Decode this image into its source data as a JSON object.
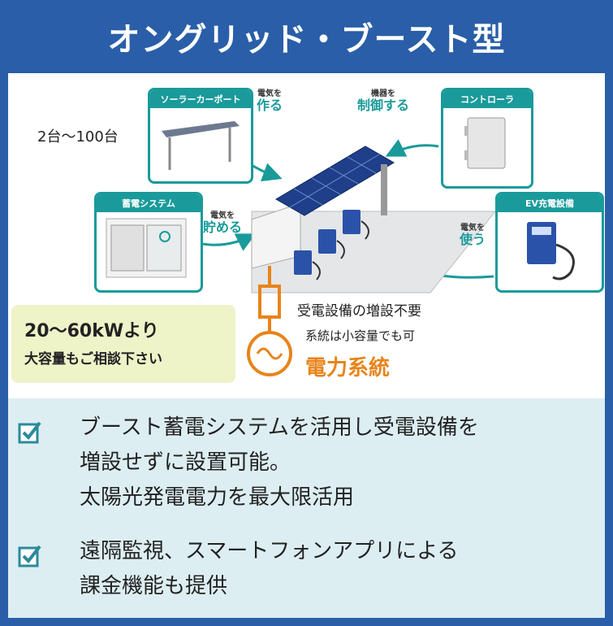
{
  "title": "オングリッド・ブースト型",
  "cards": {
    "carport": "ソーラーカーポート",
    "controller": "コントローラ",
    "storage": "蓄電システム",
    "ev": "EV充電設備"
  },
  "labels": {
    "carport_small": "電気を",
    "carport_big": "作る",
    "controller_small": "機器を",
    "controller_big": "制御する",
    "storage_small": "電気を",
    "storage_big": "貯める",
    "ev_small": "電気を",
    "ev_big": "使う"
  },
  "count_text": "2台〜100台",
  "capacity": {
    "line1": "20〜60kWより",
    "line2": "大容量もご相談下さい"
  },
  "grid": {
    "note1": "受電設備の増設不要",
    "note2": "系統は小容量でも可",
    "label": "電力系統"
  },
  "features": [
    {
      "lines": [
        "ブースト蓄電システムを活用し受電設備を",
        "増設せずに設置可能。",
        "太陽光発電電力を最大限活用"
      ]
    },
    {
      "lines": [
        "遠隔監視、スマートフォンアプリによる",
        "課金機能も提供"
      ]
    }
  ],
  "colors": {
    "frame_blue": "#2a5ea8",
    "teal": "#1a9a9a",
    "orange": "#e8841a",
    "capacity_bg": "#eef3c8",
    "lower_bg": "#ddeef2"
  }
}
